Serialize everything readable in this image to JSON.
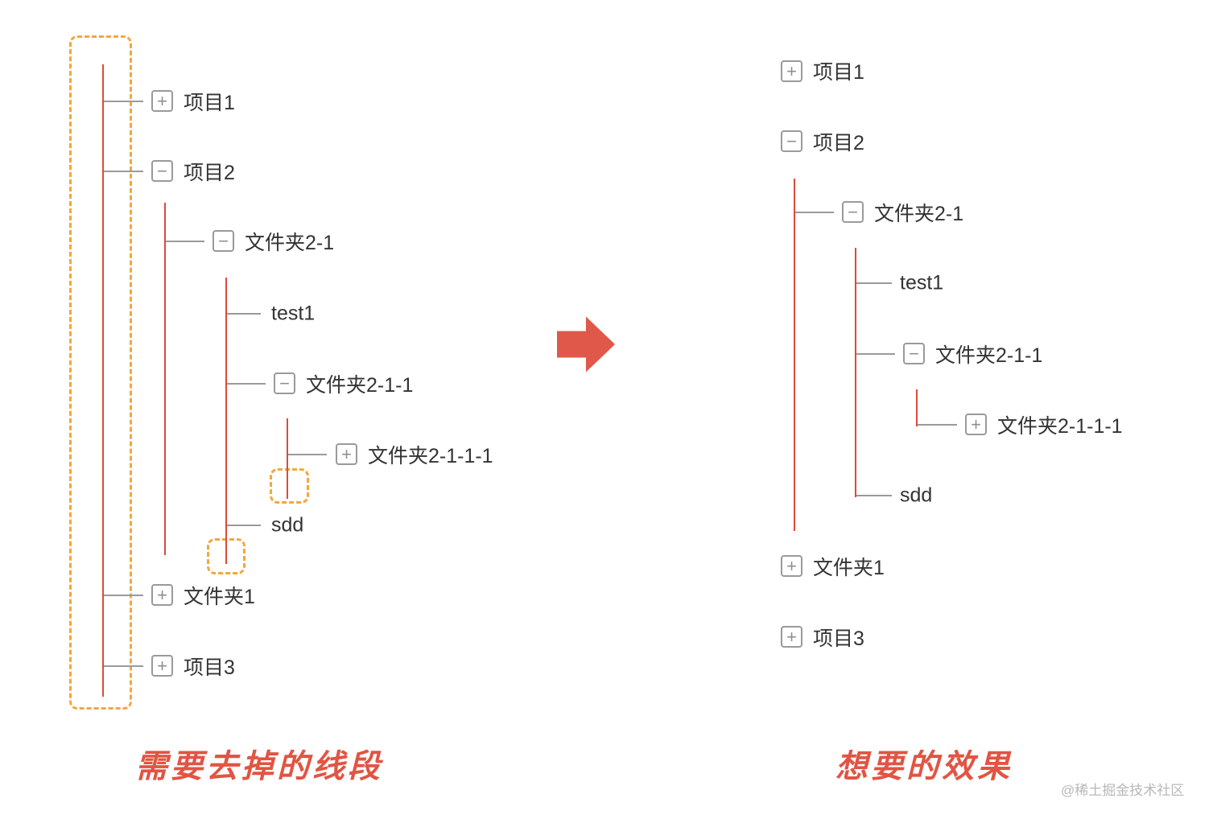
{
  "colors": {
    "tree_line_red": "#dd4a3a",
    "connector_gray": "#9a9a9a",
    "highlight_orange": "#f3a73c",
    "caption_red": "#e25443",
    "arrow_red": "#e0584a",
    "label_dark": "#333333"
  },
  "left_panel": {
    "caption": "需要去掉的线段",
    "nodes": [
      {
        "label": "项目1",
        "expander": "+"
      },
      {
        "label": "项目2",
        "expander": "−"
      },
      {
        "label": "文件夹2-1",
        "expander": "−"
      },
      {
        "label": "test1"
      },
      {
        "label": "文件夹2-1-1",
        "expander": "−"
      },
      {
        "label": "文件夹2-1-1-1",
        "expander": "+"
      },
      {
        "label": "sdd"
      },
      {
        "label": "文件夹1",
        "expander": "+"
      },
      {
        "label": "项目3",
        "expander": "+"
      }
    ]
  },
  "right_panel": {
    "caption": "想要的效果",
    "nodes": [
      {
        "label": "项目1",
        "expander": "+"
      },
      {
        "label": "项目2",
        "expander": "−"
      },
      {
        "label": "文件夹2-1",
        "expander": "−"
      },
      {
        "label": "test1"
      },
      {
        "label": "文件夹2-1-1",
        "expander": "−"
      },
      {
        "label": "文件夹2-1-1-1",
        "expander": "+"
      },
      {
        "label": "sdd"
      },
      {
        "label": "文件夹1",
        "expander": "+"
      },
      {
        "label": "项目3",
        "expander": "+"
      }
    ]
  },
  "watermark": "@稀土掘金技术社区"
}
